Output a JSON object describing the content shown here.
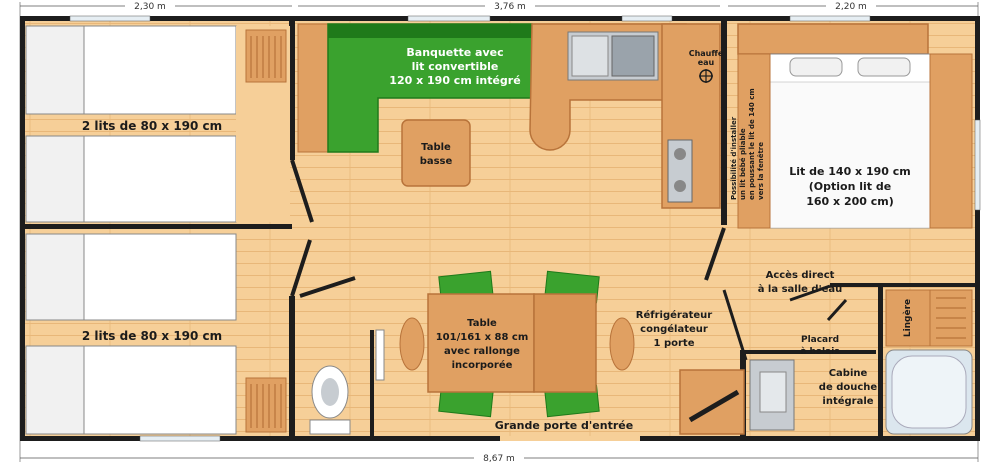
{
  "colors": {
    "floor": "#f6cf98",
    "wood": "#e0a062",
    "wood_dark": "#b8733a",
    "wall": "#1d1d1d",
    "green": "#3aa22e",
    "green_dark": "#1f7a1a",
    "bed": "#ffffff",
    "sink": "#c7ccd1"
  },
  "dimensions": {
    "left": "2,30 m",
    "middle": "3,76 m",
    "right": "2,20 m",
    "total": "8,67 m"
  },
  "rooms": {
    "bedroom_top": {
      "label": "2 lits de 80 x 190 cm"
    },
    "bedroom_bottom": {
      "label": "2 lits de 80 x 190 cm"
    },
    "banquette": {
      "line1": "Banquette avec",
      "line2": "lit convertible",
      "line3": "120 x 190 cm intégré"
    },
    "table_basse": {
      "line1": "Table",
      "line2": "basse"
    },
    "chauffe_eau": {
      "line1": "Chauffe",
      "line2": "eau"
    },
    "master": {
      "line1": "Lit de 140 x 190 cm",
      "line2": "(Option lit de",
      "line3": "160 x 200 cm)"
    },
    "possibility": {
      "line1": "Possibilité d'installer",
      "line2": "un lit bébé pliable",
      "line3": "en poussant le lit de 140 cm",
      "line4": "vers la fenêtre"
    },
    "dining": {
      "line1": "Table",
      "line2": "101/161 x 88 cm",
      "line3": "avec rallonge",
      "line4": "incorporée"
    },
    "fridge": {
      "line1": "Réfrigérateur",
      "line2": "congélateur",
      "line3": "1 porte"
    },
    "acces": {
      "line1": "Accès direct",
      "line2": "à la salle d'eau"
    },
    "placard": {
      "line1": "Placard",
      "line2": "à balais"
    },
    "lingere": {
      "label": "Lingère"
    },
    "cabine": {
      "line1": "Cabine",
      "line2": "de douche",
      "line3": "intégrale"
    },
    "entrance": {
      "label": "Grande porte d'entrée"
    }
  }
}
